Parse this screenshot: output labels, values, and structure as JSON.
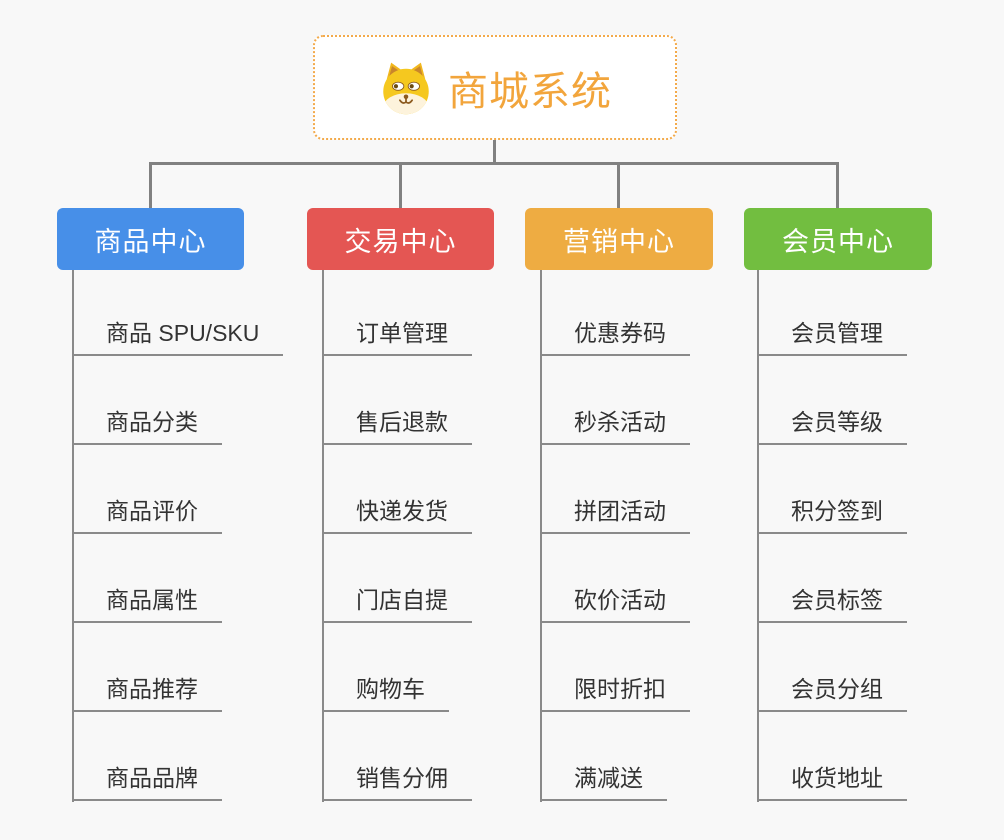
{
  "root": {
    "title": "商城系统",
    "icon": "shiba-dog-face",
    "accent_color": "#f2a53c",
    "border_color": "#f3aa4b"
  },
  "branches": [
    {
      "label": "商品中心",
      "color": "#478fe8",
      "items": [
        "商品 SPU/SKU",
        "商品分类",
        "商品评价",
        "商品属性",
        "商品推荐",
        "商品品牌"
      ]
    },
    {
      "label": "交易中心",
      "color": "#e45653",
      "items": [
        "订单管理",
        "售后退款",
        "快递发货",
        "门店自提",
        "购物车",
        "销售分佣"
      ]
    },
    {
      "label": "营销中心",
      "color": "#eeac42",
      "items": [
        "优惠券码",
        "秒杀活动",
        "拼团活动",
        "砍价活动",
        "限时折扣",
        "满减送"
      ]
    },
    {
      "label": "会员中心",
      "color": "#72be40",
      "items": [
        "会员管理",
        "会员等级",
        "积分签到",
        "会员标签",
        "会员分组",
        "收货地址"
      ]
    }
  ],
  "colors": {
    "background": "#f8f8f8",
    "connector": "#818181",
    "item_text": "#333333",
    "branch_text": "#ffffff"
  }
}
